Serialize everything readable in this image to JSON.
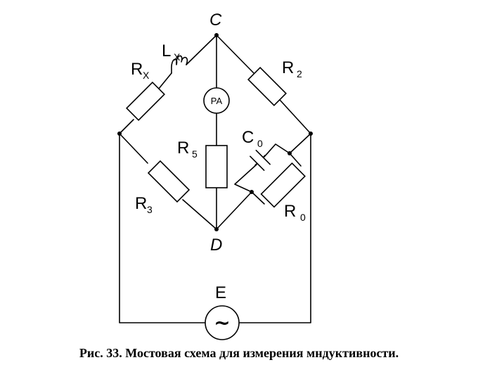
{
  "diagram": {
    "nodes": {
      "top": "C",
      "bottom": "D"
    },
    "labels": {
      "rx_main": "R",
      "rx_sub": "X",
      "lx_main": "L",
      "lx_sub": "X",
      "r2_main": "R",
      "r2_sub": "2",
      "r3_main": "R",
      "r3_sub": "3",
      "r5_main": "R",
      "r5_sub": "5",
      "c0_main": "C",
      "c0_sub": "0",
      "r0_main": "R",
      "r0_sub": "0",
      "meter": "PA",
      "source": "E",
      "source_symbol": "~"
    }
  },
  "caption": "Рис. 33. Мостовая схема для измерения мндуктивности."
}
